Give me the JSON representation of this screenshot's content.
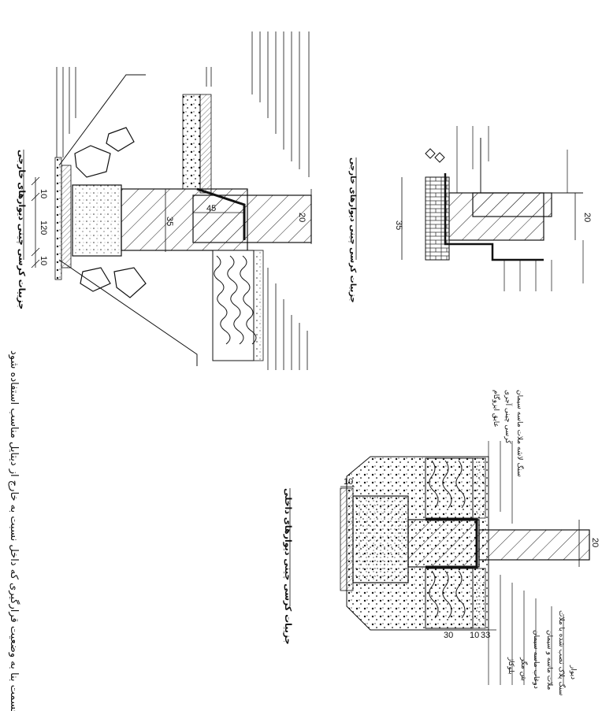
{
  "notes": {
    "general_note": "در هر قسمت بنا به وضعیت قرارگیری که داخل نسبت به خارج از دیتایل مناسب استفاده شود."
  },
  "details": {
    "exterior_section": {
      "title": "جزییات کرسی چینی دیوارهای خارجی",
      "dims": {
        "top_w1": "10",
        "top_w2": "120",
        "top_w3": "10",
        "wall_thk": "35",
        "step": "45",
        "upper_wall": "20"
      }
    },
    "exterior_small": {
      "title": "جزییات کرسی چینی دیوارهای خارجی",
      "dims": {
        "wall": "35",
        "upper": "20"
      }
    },
    "interior_section": {
      "title": "جزییات کرسی چینی دیوارهای داخلی",
      "dims": {
        "wall": "20",
        "bottom_30": "30",
        "bottom_10": "10",
        "bottom_33": "33",
        "side_10": "10"
      },
      "labels": [
        "عایق ایزوگام",
        "کرسی چینی آجری",
        "سنگ لاشه ملات ماسه سیمان",
        "دیوار",
        "سنگ پلاک نصب شده با ملات",
        "ملات ماسه و سیمان",
        "دوغاب ماسه سیمان",
        "بتن مگر",
        "بلوکاژ"
      ]
    }
  }
}
